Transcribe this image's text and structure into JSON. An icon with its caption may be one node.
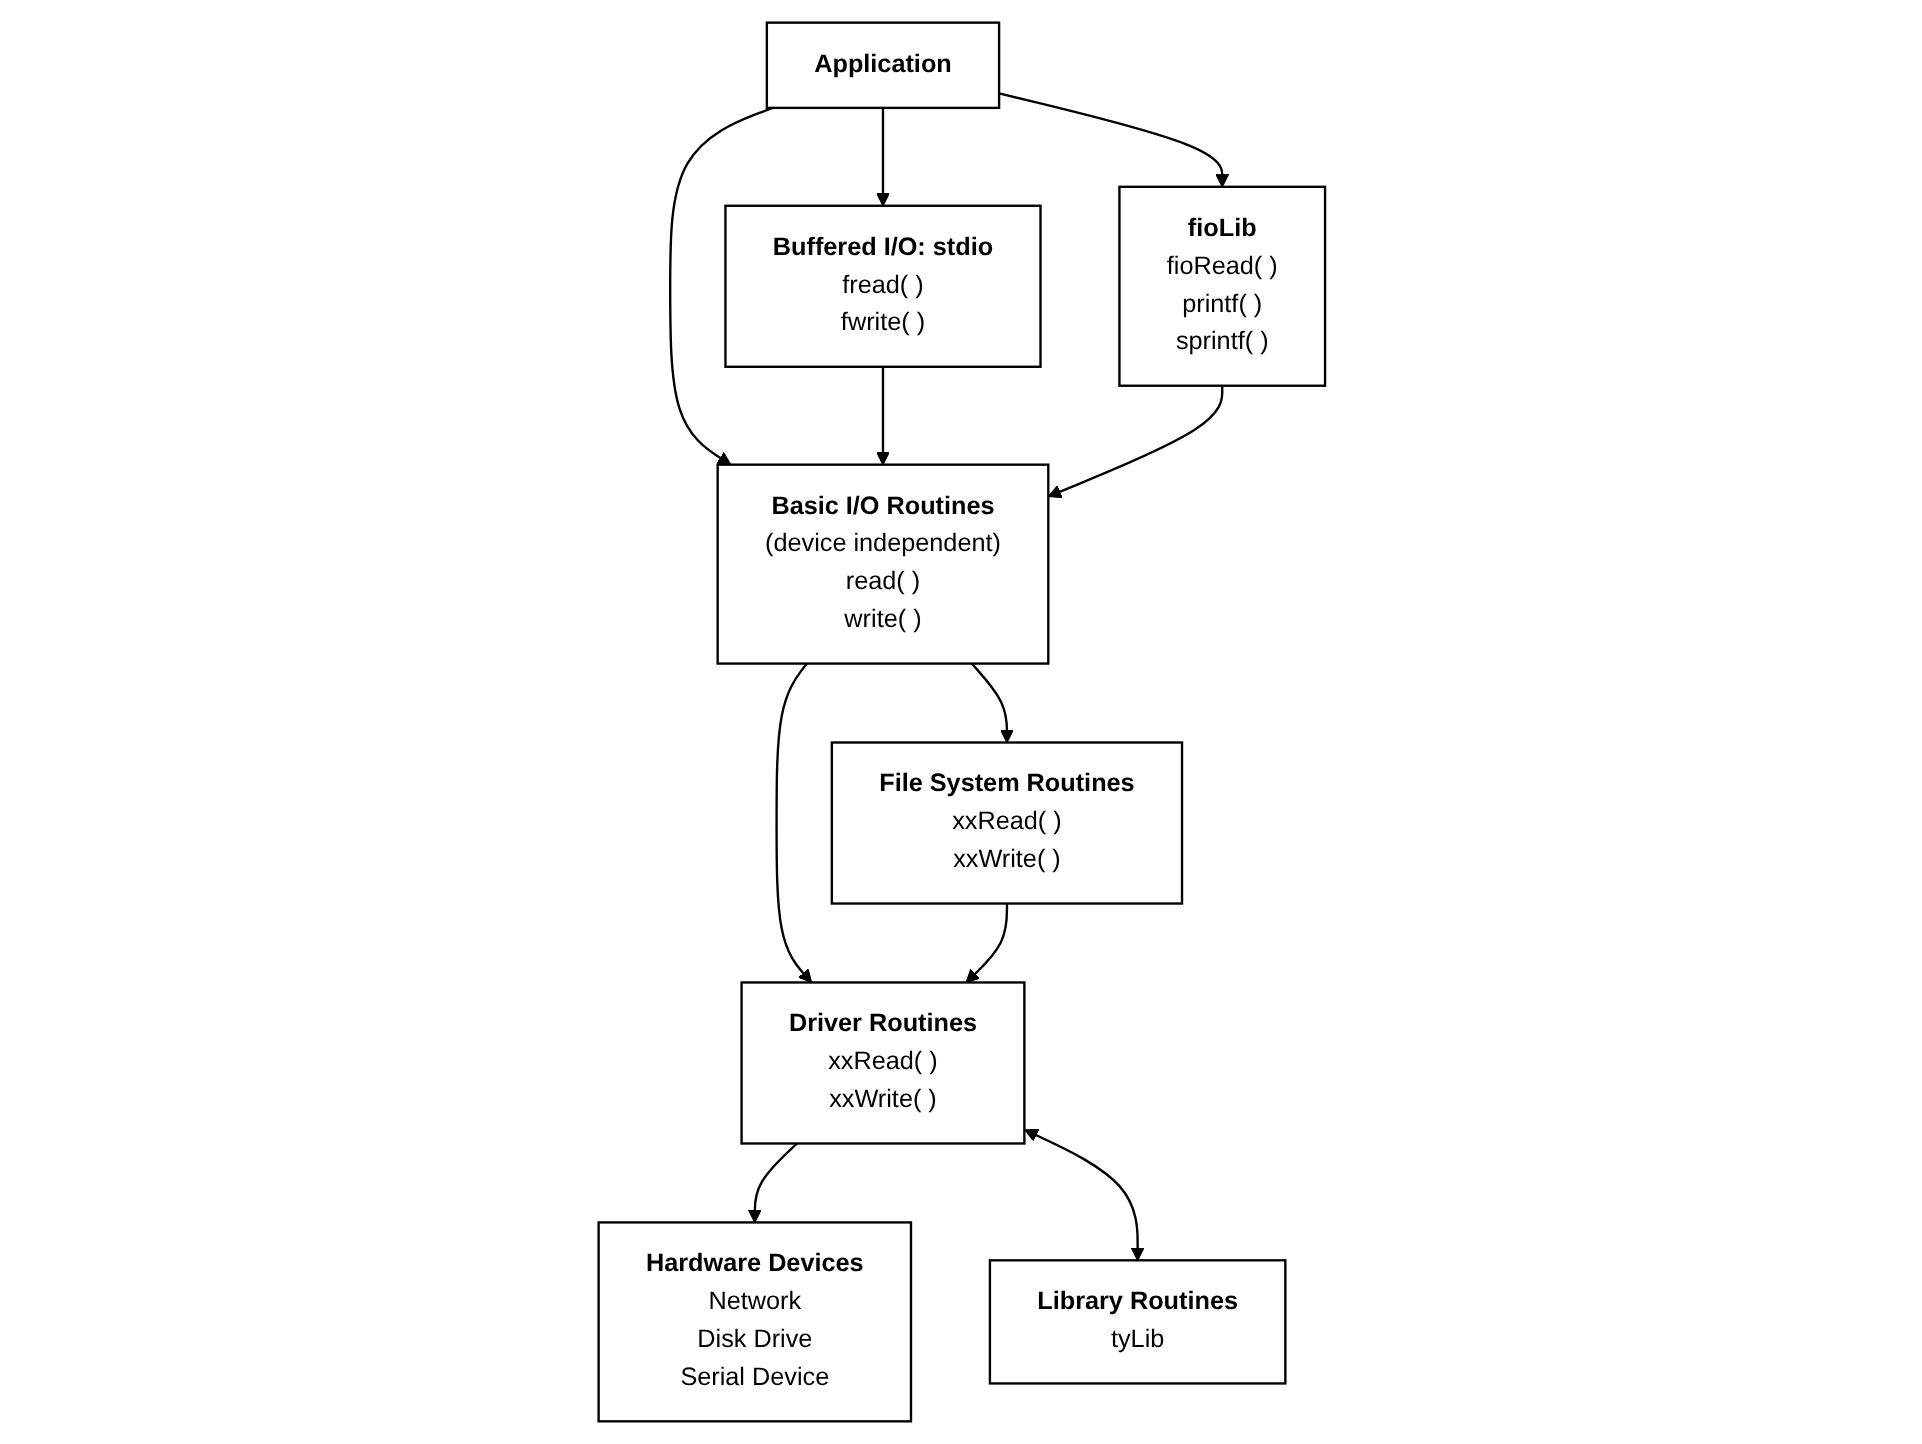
{
  "diagram": {
    "nodes": [
      {
        "text": [
          "Application"
        ]
      },
      {
        "text": [
          "Buffered I/O: stdio",
          "fread( )",
          "fwrite( )"
        ]
      },
      {
        "text": [
          "fioLib",
          "fioRead( )",
          "printf( )",
          "sprintf( )"
        ]
      },
      {
        "text": [
          "Basic I/O Routines",
          "(device independent)",
          "read( )",
          "write( )"
        ]
      },
      {
        "text": [
          "File System Routines",
          "xxRead( )",
          "xxWrite( )"
        ]
      },
      {
        "text": [
          "Driver Routines",
          "xxRead( )",
          "xxWrite( )"
        ]
      },
      {
        "text": [
          "Library Routines",
          "tyLib"
        ]
      },
      {
        "text": [
          "Hardware Devices",
          "Network",
          "Disk Drive",
          "Serial Device"
        ]
      }
    ],
    "edges": [
      {
        "from": 0,
        "to": 3,
        "arrow": "to"
      },
      {
        "from": 0,
        "to": 1,
        "arrow": "to"
      },
      {
        "from": 0,
        "to": 2,
        "arrow": "to"
      },
      {
        "from": 1,
        "to": 3,
        "arrow": "to"
      },
      {
        "from": 2,
        "to": 3,
        "arrow": "to"
      },
      {
        "from": 3,
        "to": 5,
        "arrow": "to"
      },
      {
        "from": 3,
        "to": 4,
        "arrow": "to"
      },
      {
        "from": 4,
        "to": 5,
        "arrow": "to"
      },
      {
        "from": 5,
        "to": 7,
        "arrow": "to"
      },
      {
        "from": 5,
        "to": 6,
        "arrow": "both"
      }
    ]
  }
}
